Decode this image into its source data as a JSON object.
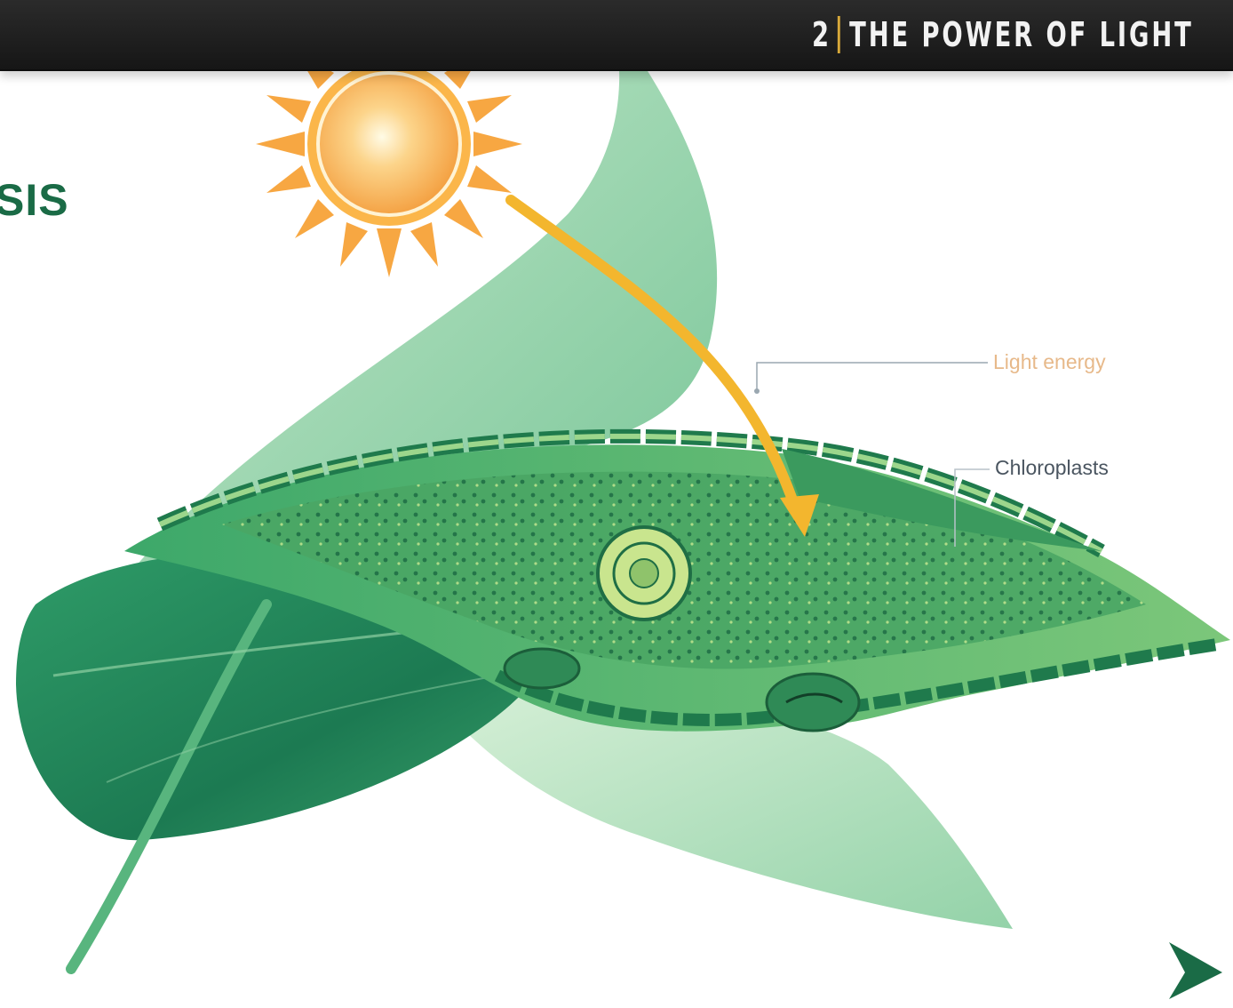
{
  "header": {
    "chapter_number": "2",
    "chapter_title": "THE POWER OF LIGHT",
    "separator_color": "#d8a93a"
  },
  "section": {
    "heading": "SIS"
  },
  "diagram": {
    "labels": {
      "light_energy": "Light energy",
      "chloroplasts": "Chloroplasts"
    },
    "colors": {
      "sun": "#f7a338",
      "arrow": "#f3b62e",
      "leaf_dark": "#1f8a55",
      "leaf_light": "#a9dcb6"
    }
  },
  "navigation": {
    "next_icon": "chevron-right-icon",
    "next_color": "#1a6b46"
  }
}
